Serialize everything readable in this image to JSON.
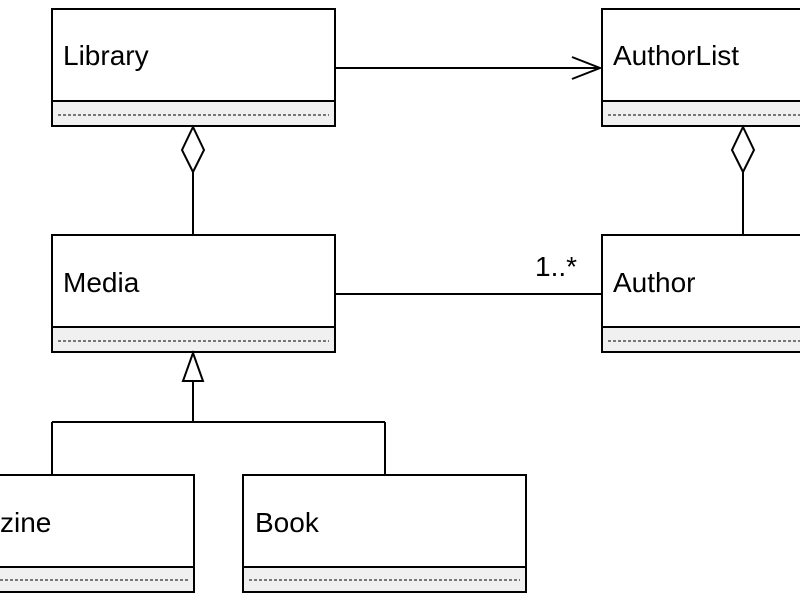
{
  "classes": {
    "library": "Library",
    "authorlist": "AuthorList",
    "media": "Media",
    "author": "Author",
    "magazine": "zine",
    "book": "Book"
  },
  "associations": {
    "media_author_multiplicity": "1..*"
  }
}
